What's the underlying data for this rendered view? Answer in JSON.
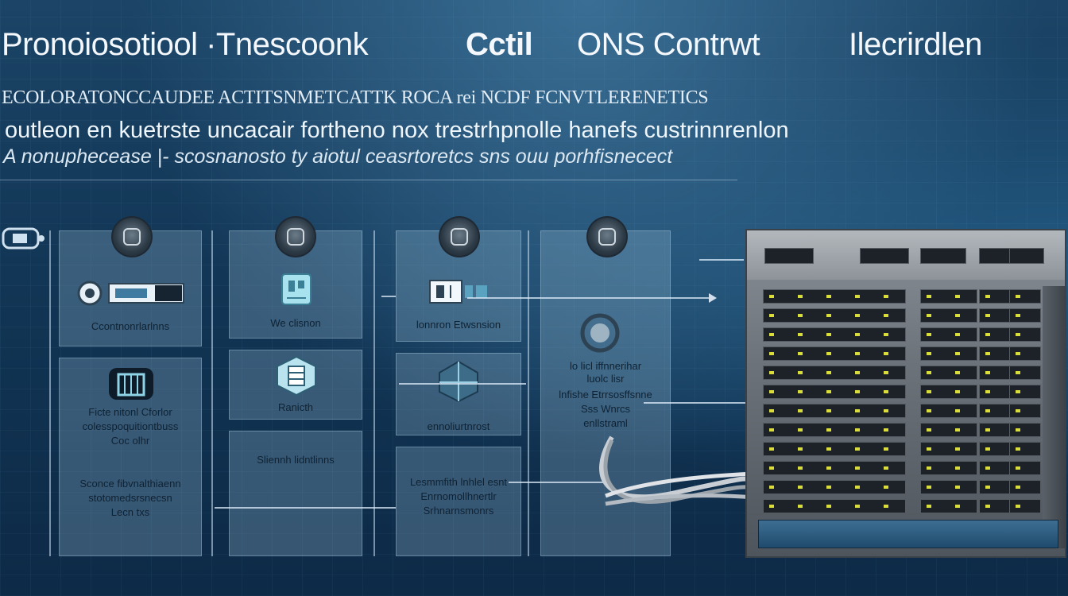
{
  "title": {
    "part1": "Pronoiosotiool ·Tnescoonk",
    "part2": "Cctil",
    "part3": "ONS Contrwt",
    "part4": "Ilecrirdlen"
  },
  "subtitle_lines": [
    "ECOLORATONCCAUDEE ACTITSNMETCATTK ROCA rei NCDF FCNVTLERENETICS",
    "outleon en kuetrste uncacair fortheno nox trestrhpnolle hanefs custrinnrenlon",
    "A nonuphecease |- scosnanosto ty aiotul ceasrtoretcs sns ouu porhfisnecect"
  ],
  "cards": {
    "c1_top": "Ccontnonrlarlnns",
    "c1_bottom": [
      "Ficte nitonl Cforlor",
      "colesspoquitiontbuss",
      "Coc olhr"
    ],
    "c1_foot": [
      "Sconce fibvnalthiaenn",
      "stotomedsrsnecsn",
      "Lecn txs"
    ],
    "c2_top": "We clisnon",
    "c2_mid": "Ranicth",
    "c2_bot": "Sliennh lidntlinns",
    "c3_top": "lonnron Etwsnsion",
    "c3_mid": "ennoliurtnrost",
    "c3_bot": [
      "Lesmmfith lnhlel esnt",
      "Enrnomollhnertlr",
      "Srhnarnsmonrs"
    ],
    "c4_top": [
      "lo licl iffnnerihar",
      "luolc lisr"
    ],
    "c4_mid": [
      "lnfishe Etrrsosffsnne",
      "Sss Wnrcs",
      "enllstraml"
    ]
  },
  "icons": [
    "gear-badge-icon",
    "server-icon",
    "switch-icon",
    "document-icon",
    "shield-icon",
    "network-icon",
    "router-icon",
    "cable-icon",
    "rack-chassis"
  ],
  "colors": {
    "background": "#123656",
    "panel": "#96b9d2",
    "port_accent": "#d9dc3a",
    "rack": "#6c737a"
  }
}
